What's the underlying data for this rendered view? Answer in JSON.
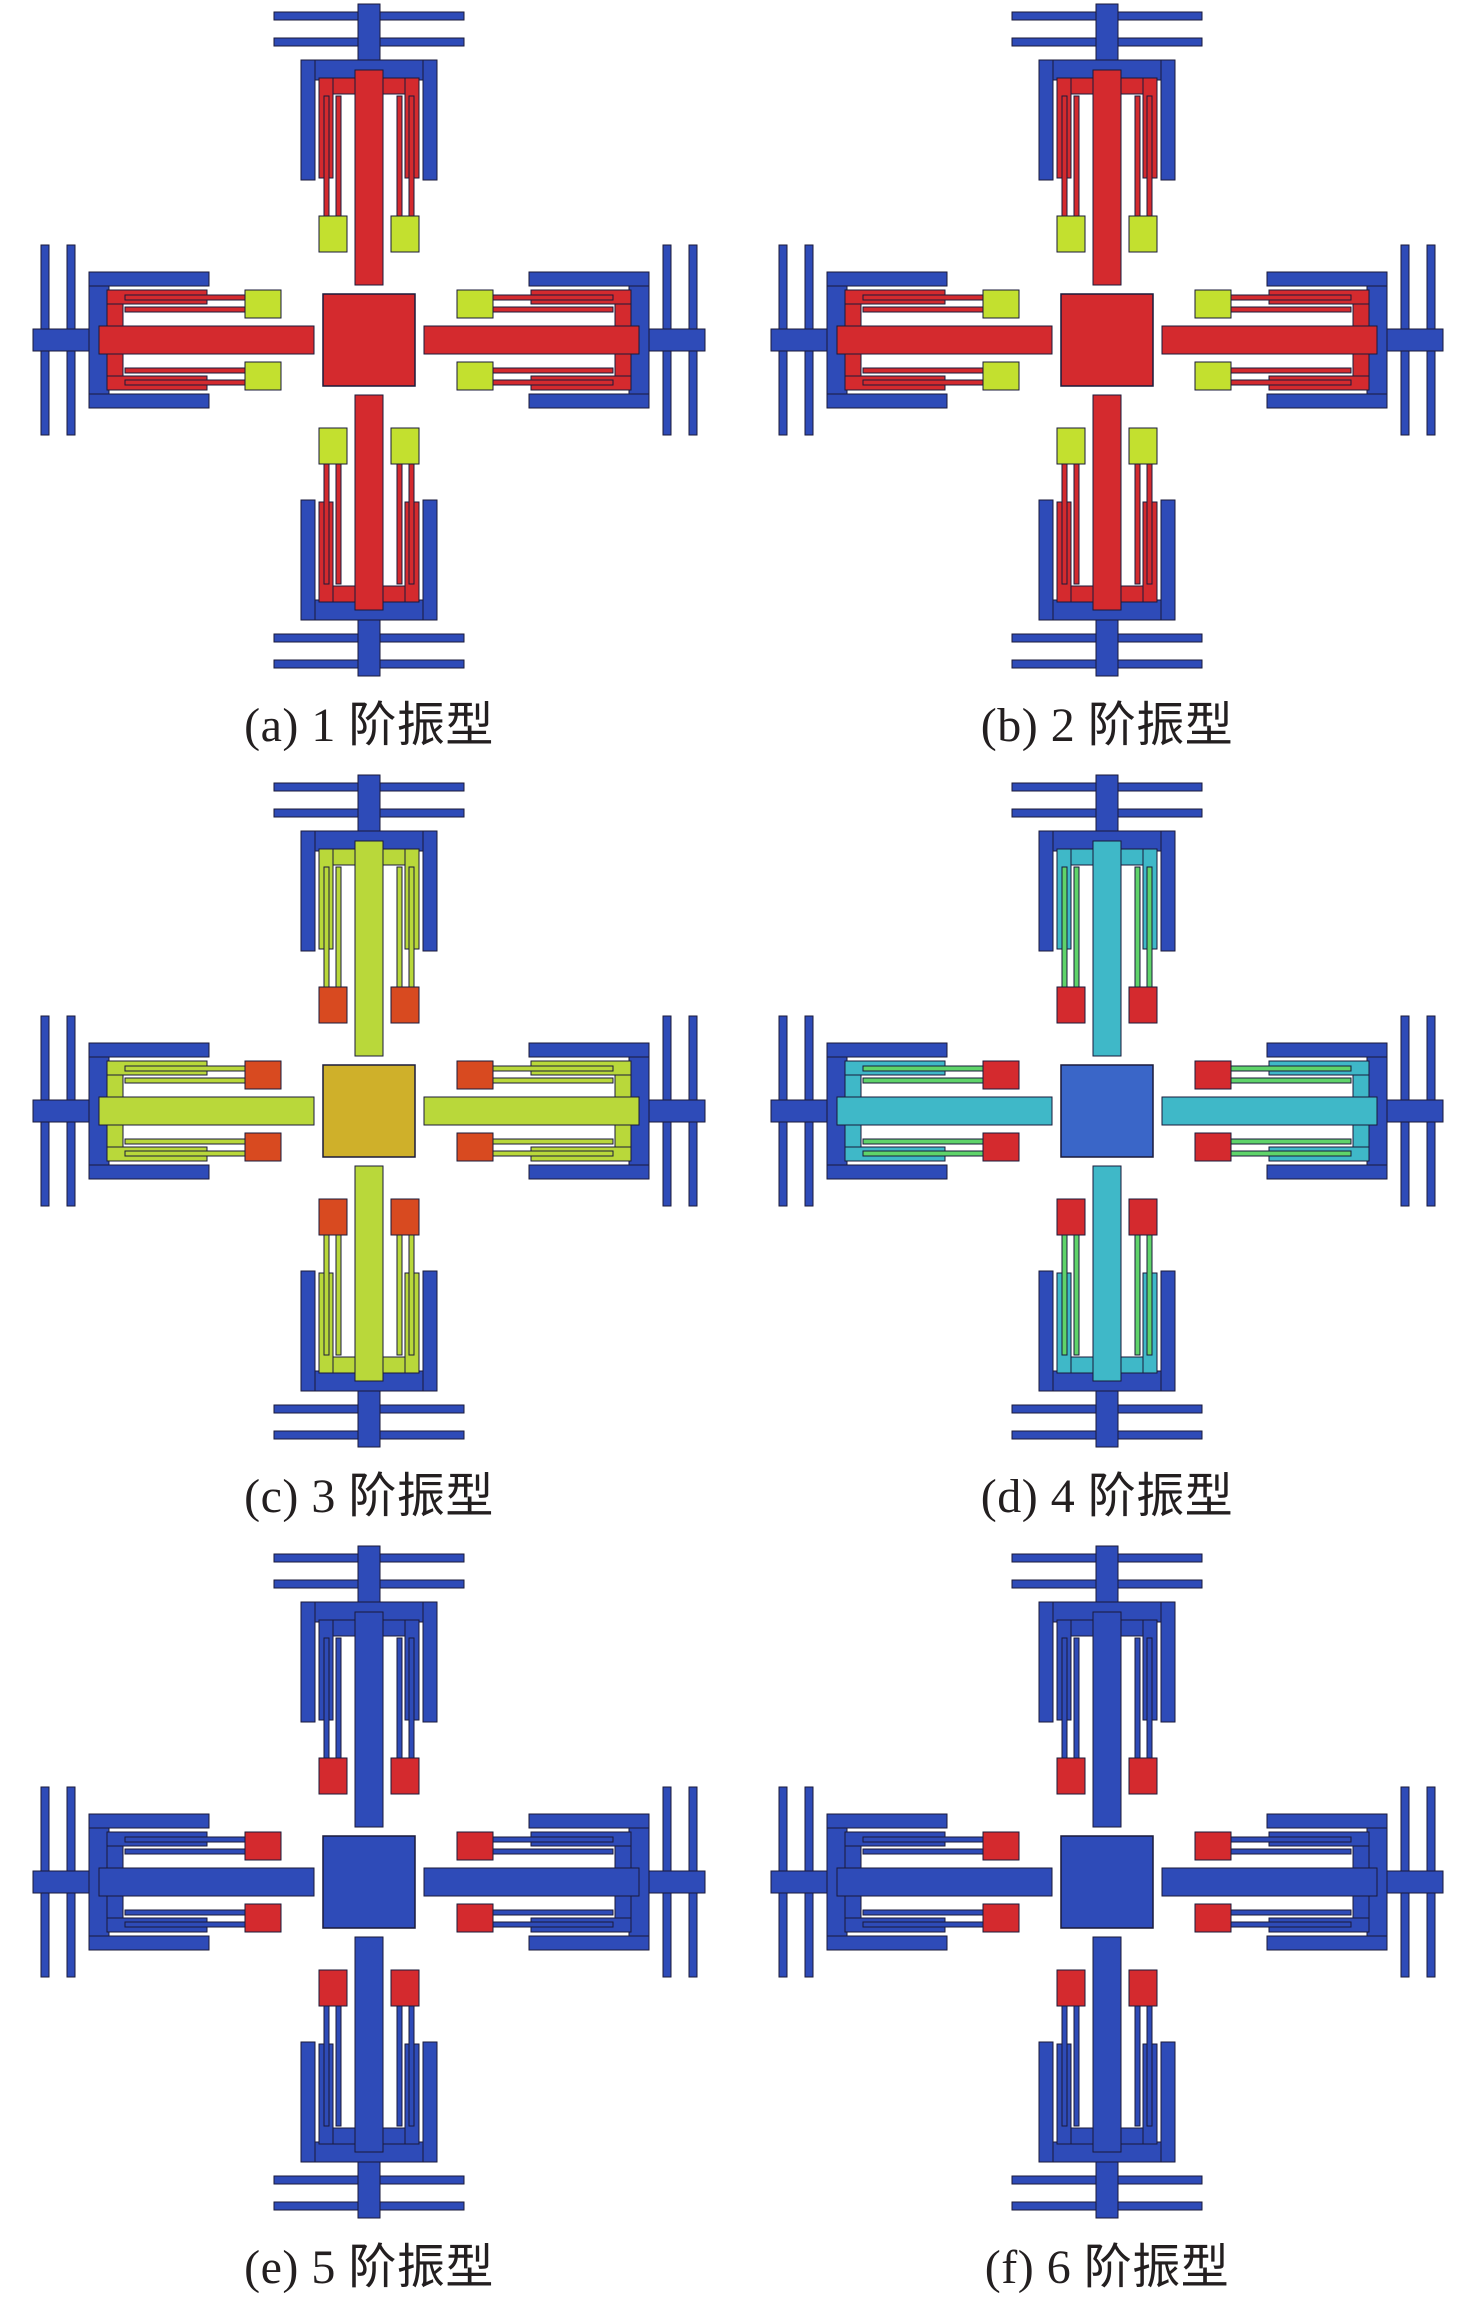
{
  "figure": {
    "panels": [
      {
        "id": "a",
        "caption": "(a) 1 阶振型",
        "colors": {
          "frame": "#2e4bb8",
          "core": "#d42a2e",
          "arms": "#d42a2e",
          "hinges": "#c3e02f",
          "flex": "#d42a2e",
          "outer": "#2e4bb8"
        }
      },
      {
        "id": "b",
        "caption": "(b) 2 阶振型",
        "colors": {
          "frame": "#2e4bb8",
          "core": "#d42a2e",
          "arms": "#d42a2e",
          "hinges": "#c3e02f",
          "flex": "#d42a2e",
          "outer": "#2e4bb8"
        }
      },
      {
        "id": "c",
        "caption": "(c) 3 阶振型",
        "colors": {
          "frame": "#2e4bb8",
          "core": "#cfb02a",
          "arms": "#b9d83a",
          "hinges": "#d84a20",
          "flex": "#b9d83a",
          "outer": "#2e4bb8"
        }
      },
      {
        "id": "d",
        "caption": "(d) 4 阶振型",
        "colors": {
          "frame": "#2e4bb8",
          "core": "#3a66c8",
          "arms": "#3fb8c8",
          "hinges": "#d42a2e",
          "flex": "#5fd46a",
          "outer": "#2e4bb8"
        }
      },
      {
        "id": "e",
        "caption": "(e) 5 阶振型",
        "colors": {
          "frame": "#2e4bb8",
          "core": "#2e4bb8",
          "arms": "#2e4bb8",
          "hinges": "#d42a2e",
          "flex": "#2e4bb8",
          "outer": "#2e4bb8"
        }
      },
      {
        "id": "f",
        "caption": "(f) 6 阶振型",
        "colors": {
          "frame": "#2e4bb8",
          "core": "#2e4bb8",
          "arms": "#2e4bb8",
          "hinges": "#d42a2e",
          "flex": "#2e4bb8",
          "outer": "#2e4bb8"
        }
      }
    ]
  }
}
